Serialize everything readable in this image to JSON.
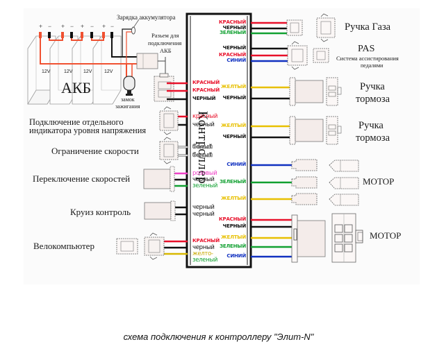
{
  "diagram": {
    "caption": "схема подключения к контроллеру \"Элит-N\"",
    "controller": {
      "title": "Контроллер",
      "left_wires": [
        {
          "label": "КРАСНЫЙ",
          "color": "#e8102a",
          "group": "battery"
        },
        {
          "label": "КРАСНЫЙ",
          "color": "#e8102a",
          "group": "battery"
        },
        {
          "label": "ЧЕРНЫЙ",
          "color": "#111111",
          "group": "battery"
        },
        {
          "label": "красный",
          "color": "#e8102a",
          "group": "voltage-indicator"
        },
        {
          "label": "черный",
          "color": "#111111",
          "group": "voltage-indicator"
        },
        {
          "label": "белый",
          "color": "#ffffff",
          "group": "speed-limit"
        },
        {
          "label": "белый",
          "color": "#ffffff",
          "group": "speed-limit"
        },
        {
          "label": "розовый",
          "color": "#f040c8",
          "group": "speed-switch"
        },
        {
          "label": "черный",
          "color": "#111111",
          "group": "speed-switch"
        },
        {
          "label": "зеленый",
          "color": "#10a030",
          "group": "speed-switch"
        },
        {
          "label": "черный",
          "color": "#111111",
          "group": "cruise"
        },
        {
          "label": "черный",
          "color": "#111111",
          "group": "cruise"
        },
        {
          "label": "КРАСНЫЙ",
          "color": "#e8102a",
          "group": "bike-computer"
        },
        {
          "label": "черный",
          "color": "#111111",
          "group": "bike-computer"
        },
        {
          "label": "желто-",
          "color": "#d8b800",
          "group": "bike-computer"
        },
        {
          "label": "зеленый",
          "color": "#10a030",
          "group": "bike-computer"
        }
      ],
      "right_wires": [
        {
          "label": "КРАСНЫЙ",
          "color": "#e8102a",
          "group": "throttle"
        },
        {
          "label": "ЧЕРНЫЙ",
          "color": "#111111",
          "group": "throttle"
        },
        {
          "label": "ЗЕЛЕНЫЙ",
          "color": "#10a030",
          "group": "throttle"
        },
        {
          "label": "ЧЕРНЫЙ",
          "color": "#111111",
          "group": "pas"
        },
        {
          "label": "КРАСНЫЙ",
          "color": "#e8102a",
          "group": "pas"
        },
        {
          "label": "СИНИЙ",
          "color": "#1030c0",
          "group": "pas"
        },
        {
          "label": "ЖЕЛТЫЙ",
          "color": "#e8c000",
          "group": "brake-1"
        },
        {
          "label": "ЧЕРНЫЙ",
          "color": "#111111",
          "group": "brake-1"
        },
        {
          "label": "ЖЕЛТЫЙ",
          "color": "#e8c000",
          "group": "brake-2"
        },
        {
          "label": "ЧЕРНЫЙ",
          "color": "#111111",
          "group": "brake-2"
        },
        {
          "label": "СИНИЙ",
          "color": "#1030c0",
          "group": "motor-phase"
        },
        {
          "label": "ЗЕЛЕНЫЙ",
          "color": "#10a030",
          "group": "motor-phase"
        },
        {
          "label": "ЖЕЛТЫЙ",
          "color": "#e8c000",
          "group": "motor-phase"
        },
        {
          "label": "КРАСНЫЙ",
          "color": "#e8102a",
          "group": "motor-hall"
        },
        {
          "label": "ЧЕРНЫЙ",
          "color": "#111111",
          "group": "motor-hall"
        },
        {
          "label": "ЖЕЛТЫЙ",
          "color": "#e8c000",
          "group": "motor-hall"
        },
        {
          "label": "ЗЕЛЕНЫЙ",
          "color": "#10a030",
          "group": "motor-hall"
        },
        {
          "label": "СИНИЙ",
          "color": "#1030c0",
          "group": "motor-hall"
        }
      ]
    },
    "battery": {
      "label": "АКБ",
      "cells": [
        "12V",
        "12V",
        "12V",
        "12V"
      ],
      "terminal_plus": "+",
      "terminal_minus": "−",
      "charge_label": "Зарядка аккумулятора",
      "connector_label": [
        "Разьем для",
        "подключения",
        "АКБ"
      ],
      "ignition_label": [
        "замок",
        "зажигания"
      ]
    },
    "left_components": {
      "voltage_indicator": [
        "Подключение отдельного",
        "индикатора уровня напряжения"
      ],
      "speed_limit": "Ограничение скорости",
      "speed_switch": "Переключение скоростей",
      "cruise": "Круиз контроль",
      "bike_computer": "Велокомпьютер"
    },
    "right_components": {
      "throttle": "Ручка Газа",
      "pas_title": "PAS",
      "pas_sub": [
        "Система ассистирования",
        "педалями"
      ],
      "brake_1": [
        "Ручка",
        "тормоза"
      ],
      "brake_2": [
        "Ручка",
        "тормоза"
      ],
      "motor_phase": "МОТОР",
      "motor_hall": "МОТОР"
    },
    "colors": {
      "red": "#e8102a",
      "black": "#111111",
      "green": "#10a030",
      "blue": "#1030c0",
      "yellow": "#e8c000",
      "pink": "#f040c8",
      "battery_wire": "#f05030"
    }
  }
}
